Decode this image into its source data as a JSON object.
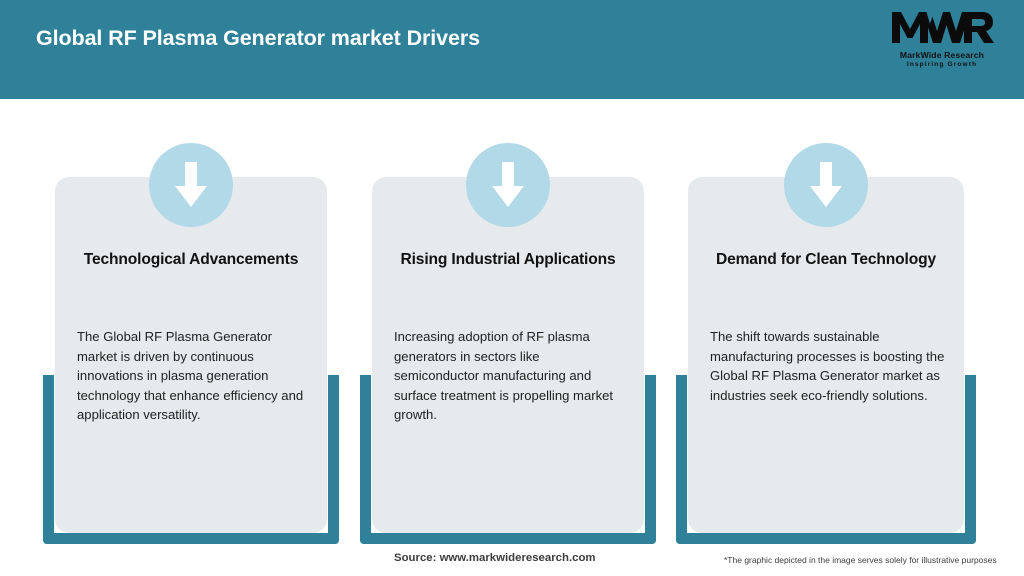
{
  "header": {
    "title": "Global RF Plasma Generator market Drivers",
    "background_color": "#2e8199",
    "title_color": "#ffffff"
  },
  "logo": {
    "mark": "MWR",
    "name": "MarkWide Research",
    "tagline": "Inspiring Growth"
  },
  "theme": {
    "accent_teal": "#2e8199",
    "badge_blue": "#b2d9e8",
    "card_background": "#e6eaec",
    "page_background": "#ffffff"
  },
  "cards": [
    {
      "icon": "down-arrow-icon",
      "title": "Technological Advancements",
      "body": "The Global RF Plasma Generator market is driven by continuous innovations in plasma generation technology that enhance efficiency and application versatility."
    },
    {
      "icon": "down-arrow-icon",
      "title": "Rising Industrial Applications",
      "body": "Increasing adoption of RF plasma generators in sectors like semiconductor manufacturing and surface treatment is propelling market growth."
    },
    {
      "icon": "down-arrow-icon",
      "title": "Demand for Clean Technology",
      "body": "The shift towards sustainable manufacturing processes is boosting the Global RF Plasma Generator market as industries seek eco-friendly solutions."
    }
  ],
  "footer": {
    "source": "Source: www.markwideresearch.com",
    "disclaimer": "*The graphic depicted in the image serves solely for illustrative purposes"
  }
}
